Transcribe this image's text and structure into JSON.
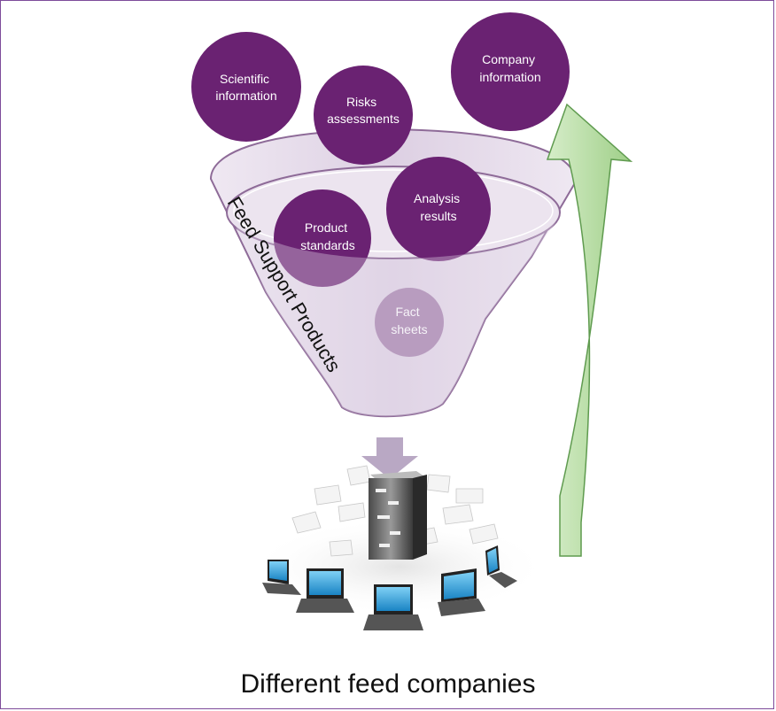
{
  "circles": [
    {
      "id": "scientific",
      "lines": [
        "Scientific",
        "information"
      ],
      "color": "#6a2272"
    },
    {
      "id": "risks",
      "lines": [
        "Risks",
        "assessments"
      ],
      "color": "#6a2272"
    },
    {
      "id": "company",
      "lines": [
        "Company",
        "information"
      ],
      "color": "#6a2272"
    },
    {
      "id": "analysis",
      "lines": [
        "Analysis",
        "results"
      ],
      "color": "#6a2272"
    },
    {
      "id": "standards",
      "lines": [
        "Product",
        "standards"
      ],
      "color": "#6a2272"
    },
    {
      "id": "fact",
      "lines": [
        "Fact",
        "sheets"
      ],
      "color": "#a07aa8"
    }
  ],
  "funnel": {
    "label": "Feed Support Products",
    "fill": "#e6dcea",
    "stroke": "#8e6b98"
  },
  "feedback_arrow": {
    "fill": "#b8dca4",
    "stroke": "#5f9b4f"
  },
  "down_arrow": {
    "fill": "#b9a8c4"
  },
  "caption": "Different feed companies"
}
